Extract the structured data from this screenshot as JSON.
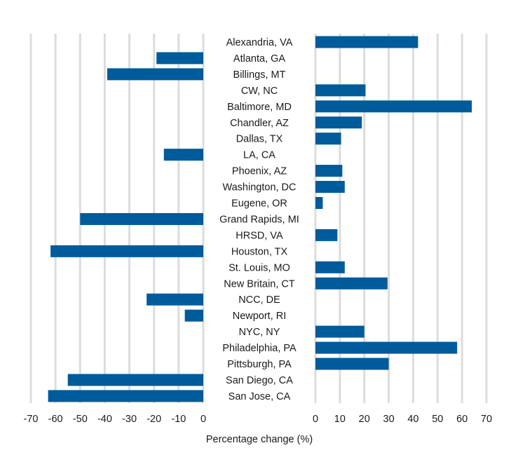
{
  "chart_data": {
    "type": "bar",
    "orientation": "horizontal",
    "xlabel": "Percentage change (%)",
    "categories": [
      "Alexandria, VA",
      "Atlanta, GA",
      "Billings, MT",
      "CW, NC",
      "Baltimore, MD",
      "Chandler, AZ",
      "Dallas, TX",
      "LA, CA",
      "Phoenix, AZ",
      "Washington, DC",
      "Eugene, OR",
      "Grand Rapids, MI",
      "HRSD, VA",
      "Houston, TX",
      "St. Louis, MO",
      "New Britain, CT",
      "NCC, DE",
      "Newport, RI",
      "NYC, NY",
      "Philadelphia, PA",
      "Pittsburgh, PA",
      "San Diego, CA",
      "San Jose, CA"
    ],
    "values": [
      42,
      -19,
      -39,
      20.5,
      64,
      19,
      10.5,
      -16,
      11,
      12,
      3,
      -50,
      9,
      -62,
      12,
      29.5,
      -23,
      -7.5,
      20,
      58,
      30,
      -55,
      -63
    ],
    "neg_ticks": [
      "-70",
      "-60",
      "-50",
      "-40",
      "-30",
      "-20",
      "-10",
      "0"
    ],
    "pos_ticks": [
      "0",
      "10",
      "20",
      "30",
      "40",
      "50",
      "60",
      "70"
    ],
    "xlim_negative": [
      -70,
      0
    ],
    "xlim_positive": [
      0,
      70
    ],
    "grid": true,
    "colors": {
      "bar": "#005b9a",
      "grid": "#dcdcdc"
    }
  }
}
